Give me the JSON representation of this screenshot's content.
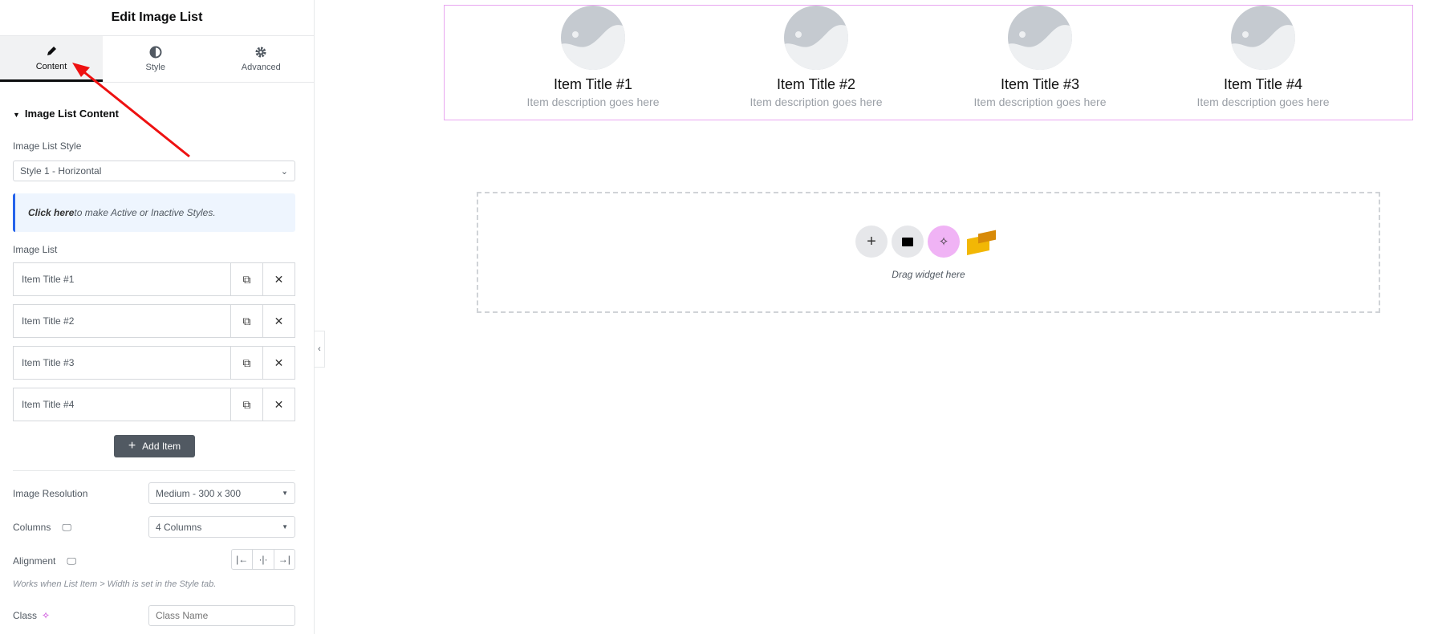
{
  "panel": {
    "title": "Edit Image List",
    "tabs": [
      {
        "label": "Content",
        "icon": "pencil-icon"
      },
      {
        "label": "Style",
        "icon": "contrast-icon"
      },
      {
        "label": "Advanced",
        "icon": "gear-icon"
      }
    ]
  },
  "section": {
    "title": "Image List Content"
  },
  "style_field": {
    "label": "Image List Style",
    "value": "Style 1 - Horizontal"
  },
  "info": {
    "link": "Click here",
    "text": " to make Active or Inactive Styles."
  },
  "list": {
    "label": "Image List",
    "items": [
      "Item Title #1",
      "Item Title #2",
      "Item Title #3",
      "Item Title #4"
    ],
    "add_label": "Add Item"
  },
  "resolution": {
    "label": "Image Resolution",
    "value": "Medium - 300 x 300"
  },
  "columns": {
    "label": "Columns",
    "value": "4 Columns"
  },
  "alignment": {
    "label": "Alignment",
    "note": "Works when List Item > Width is set in the Style tab."
  },
  "class_field": {
    "label": "Class",
    "placeholder": "Class Name"
  },
  "canvas": {
    "items": [
      {
        "title": "Item Title #1",
        "desc": "Item description goes here"
      },
      {
        "title": "Item Title #2",
        "desc": "Item description goes here"
      },
      {
        "title": "Item Title #3",
        "desc": "Item description goes here"
      },
      {
        "title": "Item Title #4",
        "desc": "Item description goes here"
      }
    ],
    "drop_text": "Drag widget here"
  },
  "colors": {
    "accent_pink": "#f0b3f5",
    "info_bar": "#2563eb",
    "arrow": "#ee1111",
    "selection": "#e9a6f0"
  }
}
